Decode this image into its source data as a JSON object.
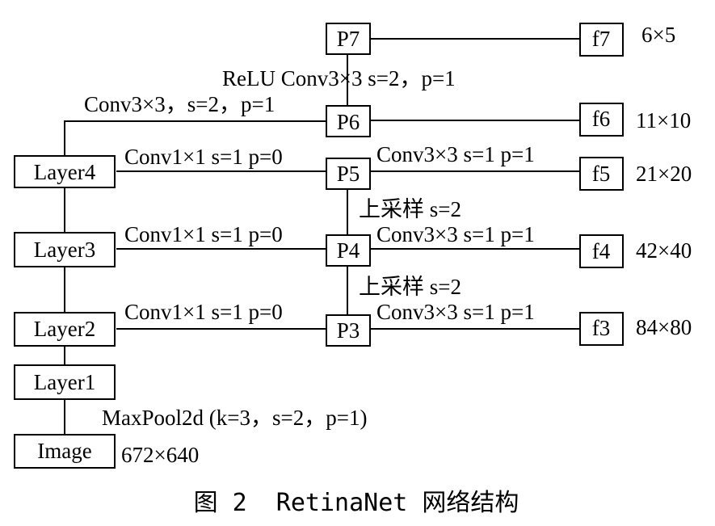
{
  "nodes": {
    "image": "Image",
    "layer1": "Layer1",
    "layer2": "Layer2",
    "layer3": "Layer3",
    "layer4": "Layer4",
    "p3": "P3",
    "p4": "P4",
    "p5": "P5",
    "p6": "P6",
    "p7": "P7",
    "f3": "f3",
    "f4": "f4",
    "f5": "f5",
    "f6": "f6",
    "f7": "f7"
  },
  "edge_labels": {
    "image_to_layer1": "MaxPool2d (k=3，s=2，p=1)",
    "layer4_to_p6": "Conv3×3，s=2，p=1",
    "p6_to_p7": "ReLU Conv3×3 s=2，p=1",
    "layer4_to_p5": "Conv1×1 s=1 p=0",
    "layer3_to_p4": "Conv1×1 s=1 p=0",
    "layer2_to_p3": "Conv1×1 s=1 p=0",
    "p5_to_f5": "Conv3×3 s=1 p=1",
    "p4_to_f4": "Conv3×3 s=1 p=1",
    "p3_to_f3": "Conv3×3 s=1 p=1",
    "p5_to_p4": "上采样 s=2",
    "p4_to_p3": "上采样 s=2"
  },
  "sizes": {
    "image": "672×640",
    "f7": "6×5",
    "f6": "11×10",
    "f5": "21×20",
    "f4": "42×40",
    "f3": "84×80"
  },
  "caption": "图 2  RetinaNet 网络结构"
}
